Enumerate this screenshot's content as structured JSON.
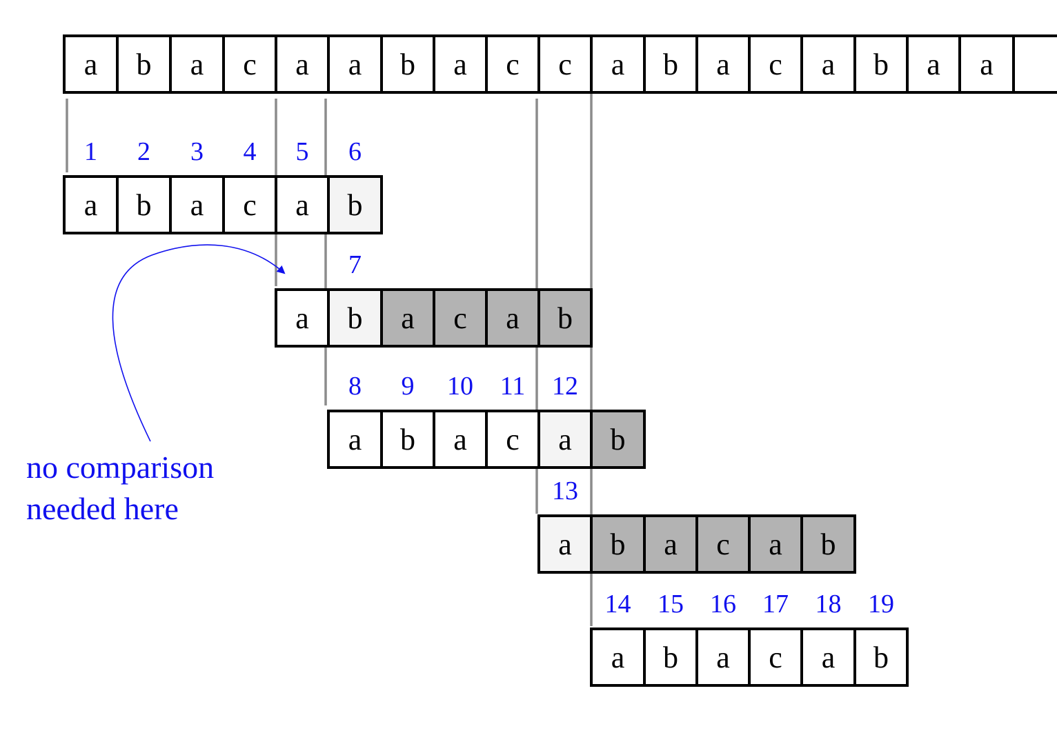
{
  "text": [
    "a",
    "b",
    "a",
    "c",
    "a",
    "a",
    "b",
    "a",
    "c",
    "c",
    "a",
    "b",
    "a",
    "c",
    "a",
    "b",
    "a",
    "a"
  ],
  "colors": {
    "number": "#1010ee",
    "gray_cell": "#b3b3b3",
    "light_cell": "#f4f4f4",
    "guide_line": "#8c8c8c"
  },
  "alignments": [
    {
      "pattern": [
        "a",
        "b",
        "a",
        "c",
        "a",
        "b"
      ],
      "shades": [
        "white",
        "white",
        "white",
        "white",
        "white",
        "light"
      ],
      "numbers": [
        {
          "label": "1",
          "col": 0
        },
        {
          "label": "2",
          "col": 1
        },
        {
          "label": "3",
          "col": 2
        },
        {
          "label": "4",
          "col": 3
        },
        {
          "label": "5",
          "col": 4
        },
        {
          "label": "6",
          "col": 5
        }
      ]
    },
    {
      "pattern": [
        "a",
        "b",
        "a",
        "c",
        "a",
        "b"
      ],
      "shades": [
        "white",
        "light",
        "gray",
        "gray",
        "gray",
        "gray"
      ],
      "numbers": [
        {
          "label": "7",
          "col": 1
        }
      ]
    },
    {
      "pattern": [
        "a",
        "b",
        "a",
        "c",
        "a",
        "b"
      ],
      "shades": [
        "white",
        "white",
        "white",
        "white",
        "light",
        "gray"
      ],
      "numbers": [
        {
          "label": "8",
          "col": 0
        },
        {
          "label": "9",
          "col": 1
        },
        {
          "label": "10",
          "col": 2
        },
        {
          "label": "11",
          "col": 3
        },
        {
          "label": "12",
          "col": 4
        }
      ]
    },
    {
      "pattern": [
        "a",
        "b",
        "a",
        "c",
        "a",
        "b"
      ],
      "shades": [
        "light",
        "gray",
        "gray",
        "gray",
        "gray",
        "gray"
      ],
      "numbers": [
        {
          "label": "13",
          "col": 0
        }
      ]
    },
    {
      "pattern": [
        "a",
        "b",
        "a",
        "c",
        "a",
        "b"
      ],
      "shades": [
        "white",
        "white",
        "white",
        "white",
        "white",
        "white"
      ],
      "numbers": [
        {
          "label": "14",
          "col": 0
        },
        {
          "label": "15",
          "col": 1
        },
        {
          "label": "16",
          "col": 2
        },
        {
          "label": "17",
          "col": 3
        },
        {
          "label": "18",
          "col": 4
        },
        {
          "label": "19",
          "col": 5
        }
      ]
    }
  ],
  "annotation": {
    "line1": "no comparison",
    "line2": "needed here"
  }
}
